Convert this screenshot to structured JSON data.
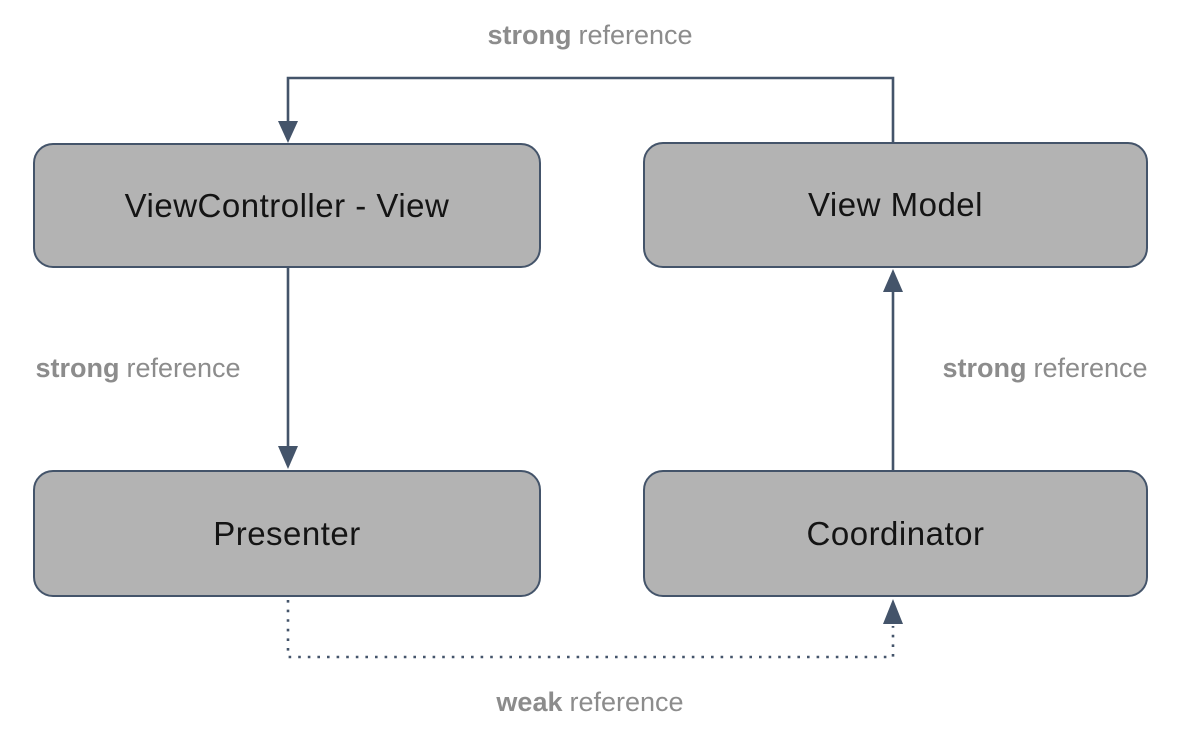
{
  "diagram": {
    "nodes": {
      "viewcontroller": {
        "label": "ViewController - View"
      },
      "viewmodel": {
        "label": "View Model"
      },
      "presenter": {
        "label": "Presenter"
      },
      "coordinator": {
        "label": "Coordinator"
      }
    },
    "edge_labels": {
      "top": {
        "bold": "strong",
        "rest": "reference"
      },
      "left": {
        "bold": "strong",
        "rest": "reference"
      },
      "right": {
        "bold": "strong",
        "rest": "reference"
      },
      "bottom": {
        "bold": "weak",
        "rest": "reference"
      }
    },
    "edges": [
      {
        "from": "View Model",
        "to": "ViewController - View",
        "kind": "strong reference",
        "style": "solid"
      },
      {
        "from": "ViewController - View",
        "to": "Presenter",
        "kind": "strong reference",
        "style": "solid"
      },
      {
        "from": "Coordinator",
        "to": "View Model",
        "kind": "strong reference",
        "style": "solid"
      },
      {
        "from": "Presenter",
        "to": "Coordinator",
        "kind": "weak reference",
        "style": "dotted"
      }
    ],
    "colors": {
      "box_fill": "#b3b3b3",
      "box_border": "#44546a",
      "arrow": "#44546a",
      "label_text": "#8c8c8c",
      "box_text": "#141414",
      "background": "#ffffff"
    }
  }
}
